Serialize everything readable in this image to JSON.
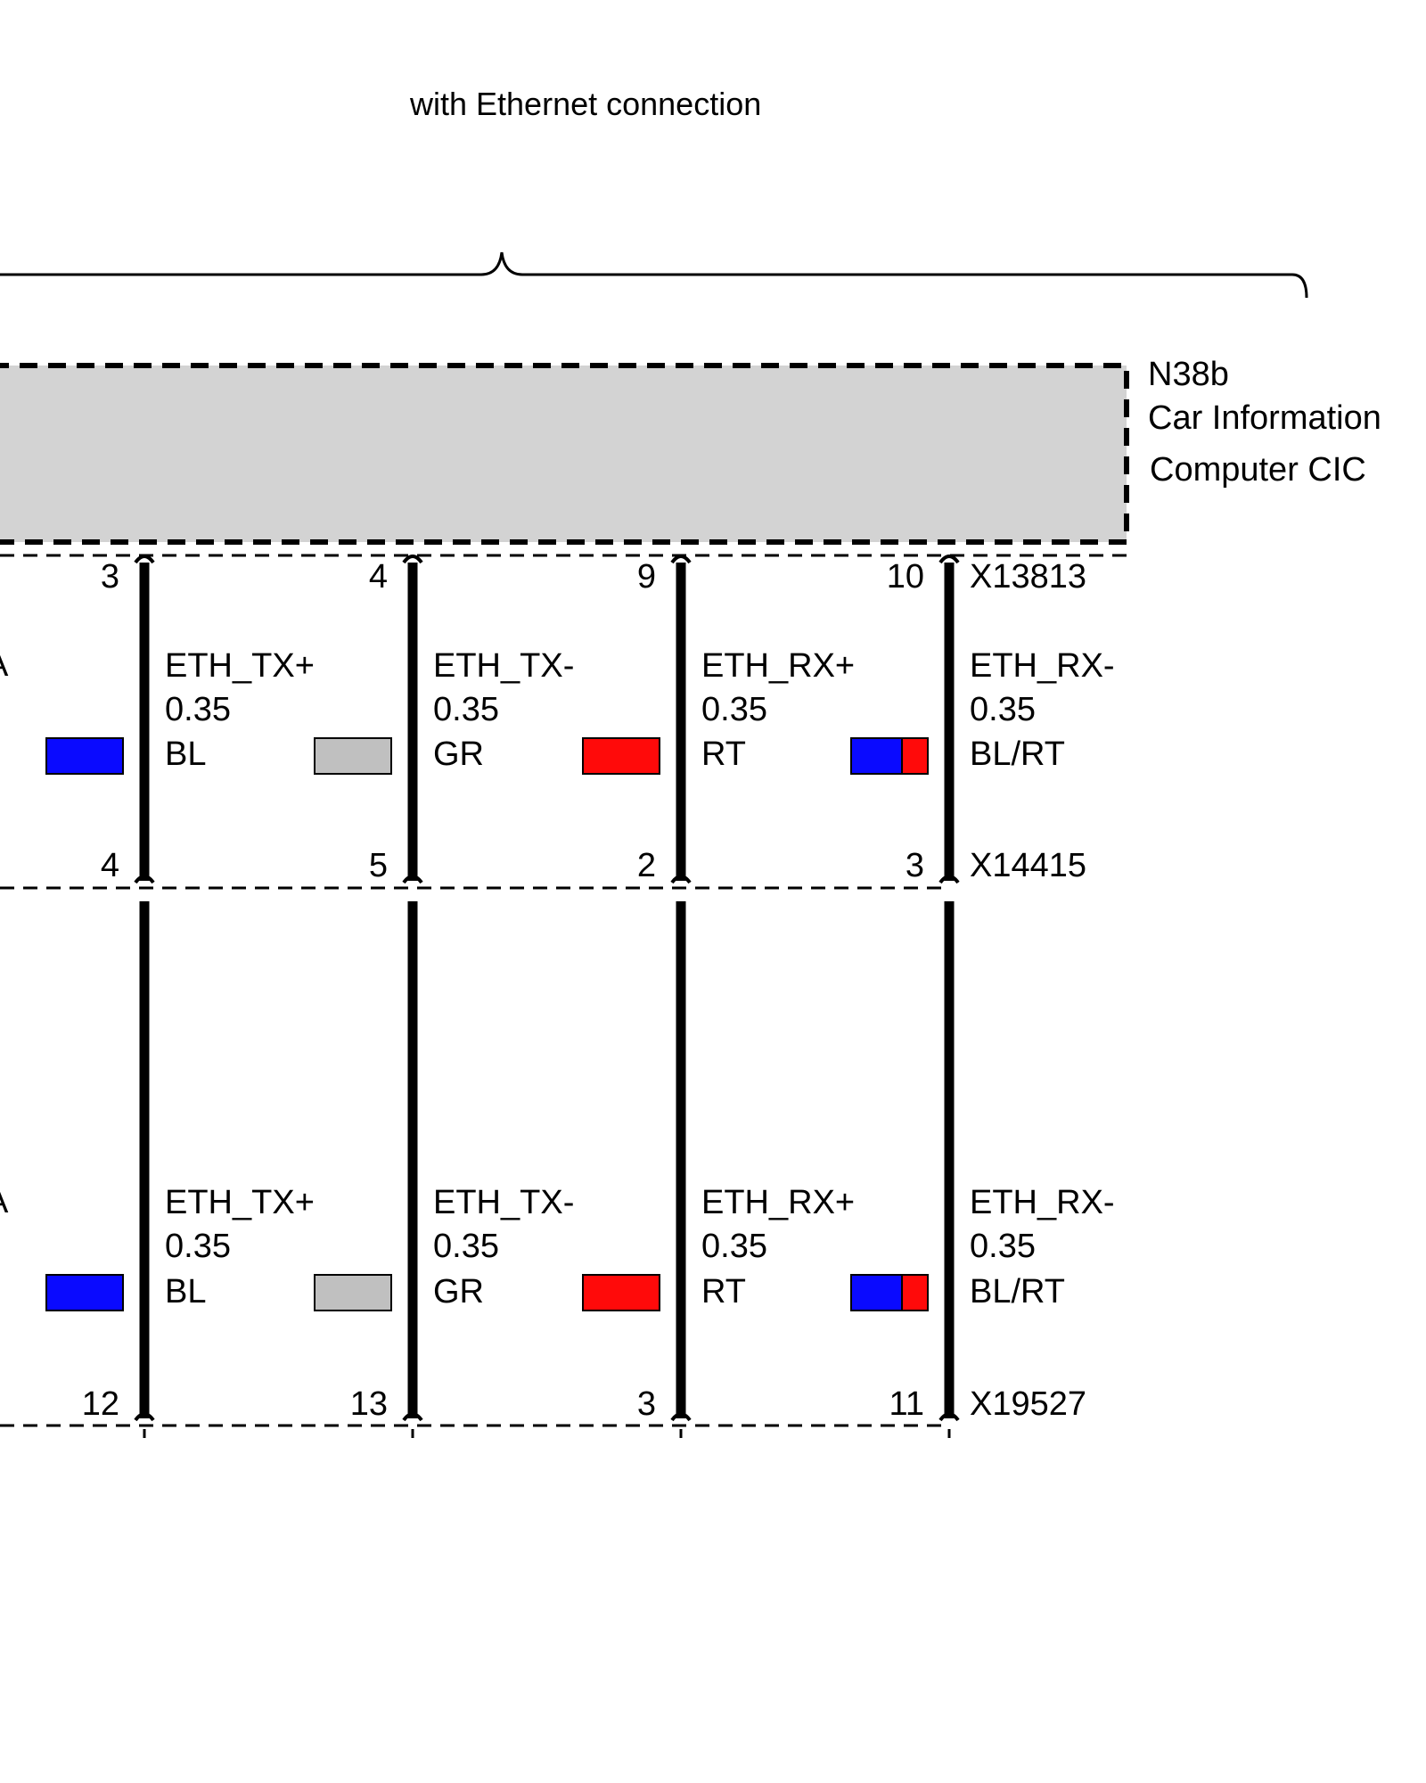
{
  "header": {
    "title": "with Ethernet connection"
  },
  "module": {
    "code": "N38b",
    "name_line1": "Car Information",
    "name_line2": "Computer CIC"
  },
  "connectors": {
    "top": "X13813",
    "middle": "X14415",
    "bottom": "X19527"
  },
  "left_edge_fragment": "A",
  "colors": {
    "BL": "#0a0aff",
    "GR": "#c0c0c0",
    "RT": "#ff0a0a",
    "module_fill": "#d3d3d3"
  },
  "wires": [
    {
      "signal": "ETH_TX+",
      "gauge": "0.35",
      "color_code": "BL",
      "swatch": [
        "BL"
      ],
      "pins": {
        "top": "3",
        "middle": "4",
        "bottom": "12"
      }
    },
    {
      "signal": "ETH_TX-",
      "gauge": "0.35",
      "color_code": "GR",
      "swatch": [
        "GR"
      ],
      "pins": {
        "top": "4",
        "middle": "5",
        "bottom": "13"
      }
    },
    {
      "signal": "ETH_RX+",
      "gauge": "0.35",
      "color_code": "RT",
      "swatch": [
        "RT"
      ],
      "pins": {
        "top": "9",
        "middle": "2",
        "bottom": "3"
      }
    },
    {
      "signal": "ETH_RX-",
      "gauge": "0.35",
      "color_code": "BL/RT",
      "swatch": [
        "BL",
        "RT"
      ],
      "pins": {
        "top": "10",
        "middle": "3",
        "bottom": "11"
      }
    }
  ]
}
